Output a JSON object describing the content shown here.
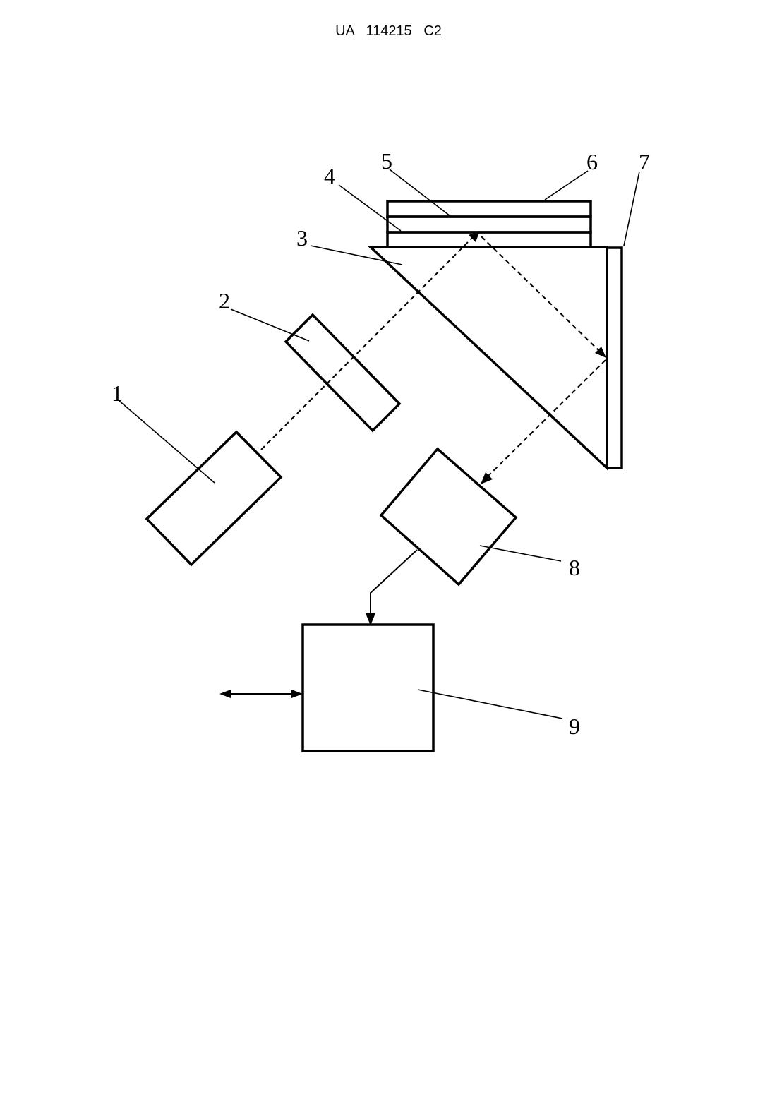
{
  "header": {
    "text": "UA   114215   C2"
  },
  "labels": {
    "l1": "1",
    "l2": "2",
    "l3": "3",
    "l4": "4",
    "l5": "5",
    "l6": "6",
    "l7": "7",
    "l8": "8",
    "l9": "9"
  }
}
